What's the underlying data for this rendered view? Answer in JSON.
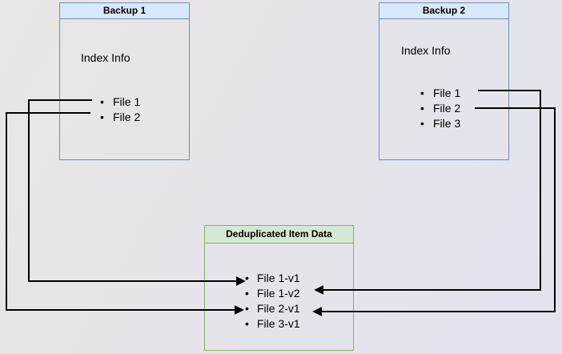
{
  "colors": {
    "blue-fill": "#dae8fc",
    "blue-border": "#6c8ebf",
    "green-fill": "#d5e8d4",
    "green-border": "#82b366",
    "line": "#000000",
    "bg-warm": "#e9e7e4",
    "bg-cool": "#e3e3ee"
  },
  "backup1": {
    "title": "Backup 1",
    "subtitle": "Index Info",
    "items": [
      "File 1",
      "File 2"
    ]
  },
  "backup2": {
    "title": "Backup 2",
    "subtitle": "Index Info",
    "items": [
      "File 1",
      "File 2",
      "File 3"
    ]
  },
  "dedup": {
    "title": "Deduplicated Item Data",
    "items": [
      "File 1-v1",
      "File 1-v2",
      "File 2-v1",
      "File 3-v1"
    ]
  },
  "connections": [
    {
      "from": "Backup 1 / File 1",
      "to": "File 1-v1"
    },
    {
      "from": "Backup 1 / File 2",
      "to": "File 2-v1"
    },
    {
      "from": "Backup 2 / File 1",
      "to": "File 1-v2"
    },
    {
      "from": "Backup 2 / File 2",
      "to": "File 2-v1"
    }
  ]
}
